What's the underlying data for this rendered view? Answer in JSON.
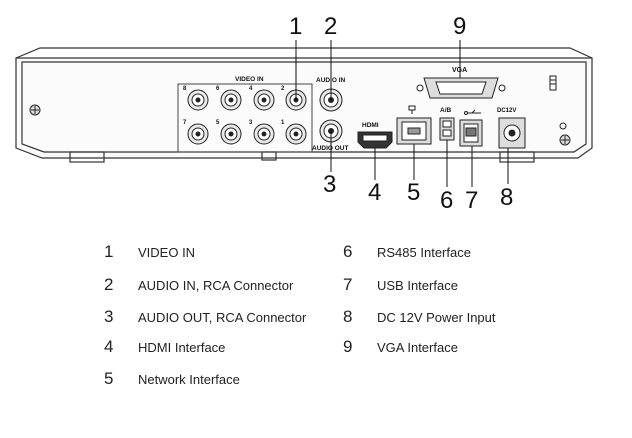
{
  "callouts": [
    "1",
    "2",
    "3",
    "4",
    "5",
    "6",
    "7",
    "8",
    "9"
  ],
  "panel_labels": {
    "video_in": "VIDEO IN",
    "audio_in": "AUDIO IN",
    "audio_out": "AUDIO OUT",
    "vga": "VGA",
    "hdmi": "HDMI",
    "ab": "A/B",
    "dc": "DC12V",
    "port_top_numbers": [
      "8",
      "6",
      "4",
      "2"
    ],
    "port_bottom_numbers": [
      "7",
      "5",
      "3",
      "1"
    ]
  },
  "legend": [
    {
      "num": "1",
      "text": "VIDEO IN"
    },
    {
      "num": "2",
      "text": "AUDIO IN, RCA Connector"
    },
    {
      "num": "3",
      "text": "AUDIO OUT, RCA Connector"
    },
    {
      "num": "4",
      "text": "HDMI Interface"
    },
    {
      "num": "5",
      "text": "Network Interface"
    },
    {
      "num": "6",
      "text": "RS485 Interface"
    },
    {
      "num": "7",
      "text": "USB Interface"
    },
    {
      "num": "8",
      "text": "DC 12V Power Input"
    },
    {
      "num": "9",
      "text": "VGA Interface"
    }
  ]
}
